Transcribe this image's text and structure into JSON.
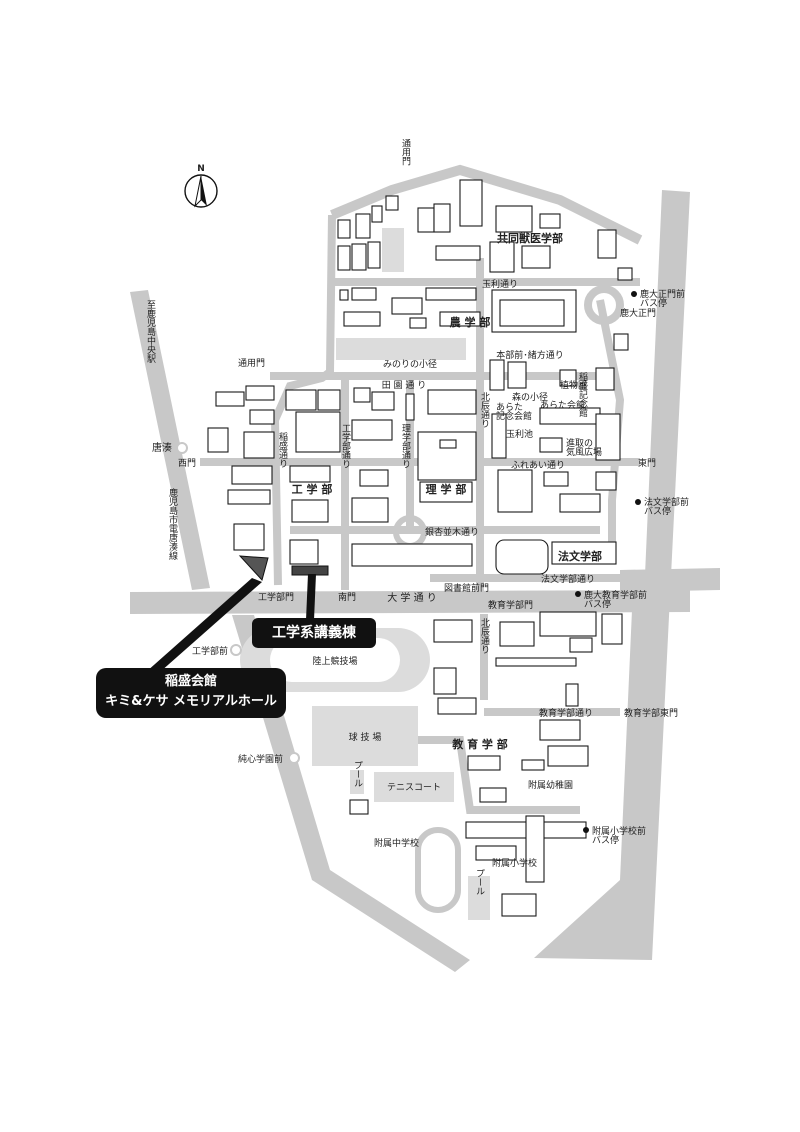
{
  "compass": "N",
  "callouts": {
    "kogakukei_lecture_building": "工学系講義棟",
    "inamori_hall_name": "稲盛会館",
    "inamori_hall_subtitle": "キミ&ケサ メモリアルホール"
  },
  "faculties": {
    "vet": "共同獣医学部",
    "agri": "農 学 部",
    "eng": "工 学 部",
    "sci": "理 学 部",
    "law": "法文学部",
    "edu": "教 育 学 部"
  },
  "streets": {
    "tamari": "玉利通り",
    "minori": "みのりの小径",
    "honbu": "本部前･緒方通り",
    "denen": "田 園 通 り",
    "mori": "森の小径",
    "fureai": "ふれあい通り",
    "ginnan": "銀杏並木通り",
    "hobun": "法文学部通り",
    "daigaku": "大 学 通 り",
    "kyoiku": "教育学部通り",
    "kita_tatsumi_1": "北辰通り",
    "kita_tatsumi_2": "北辰通り",
    "inamori_dori": "稲盛通り",
    "kogaku_dori": "工学部通り",
    "rigaku_dori": "理学部通り",
    "tsuyomon": "通用門"
  },
  "gates": {
    "tsuyomon_west": "通用門",
    "nishimon": "西門",
    "kogakubumon": "工学部門",
    "minamimon": "南門",
    "toshokanmon": "図書館前門",
    "kyoikumon": "教育学部門",
    "higashimon": "東門",
    "kyoiku_higashimon": "教育学部東門",
    "ikudaisei": "鹿大正門"
  },
  "bus_stops": {
    "ikudai_seimon": "鹿大正門前",
    "ikudai_seimon_2": "バス停",
    "hobun": "法文学部前",
    "hobun_2": "バス停",
    "kyoiku": "鹿大教育学部前",
    "kyoiku_2": "バス停",
    "fuzoku_sho": "附属小学校前",
    "fuzoku_sho_2": "バス停"
  },
  "places": {
    "shokubutsuen": "植物園",
    "arata_kinen": "あらた記念会館",
    "arata_kinen_b": "記念会館",
    "arata_a": "あらた",
    "aratakai": "あらた会館",
    "gyokurichi": "玉利池",
    "shinkan": "進取の気風広場",
    "shinkan_b": "気風広場",
    "kiko": "進取の",
    "keizo": "稲盛記念館",
    "rikujo": "陸上競技場",
    "kyugijo": "球 技 場",
    "tennis": "テニスコート",
    "pool1": "プール",
    "pool2": "プール",
    "fuzoku_yochien": "附属幼稚園",
    "fuzoku_chu": "附属中学校",
    "fuzoku_sho": "附属小学校"
  },
  "tram": {
    "line": "鹿児島市電唐湊線",
    "start": "至鹿児島中央駅"
  },
  "stations": {
    "toso": "唐湊",
    "kogakubumae": "工学部前",
    "junshin": "純心学園前"
  }
}
